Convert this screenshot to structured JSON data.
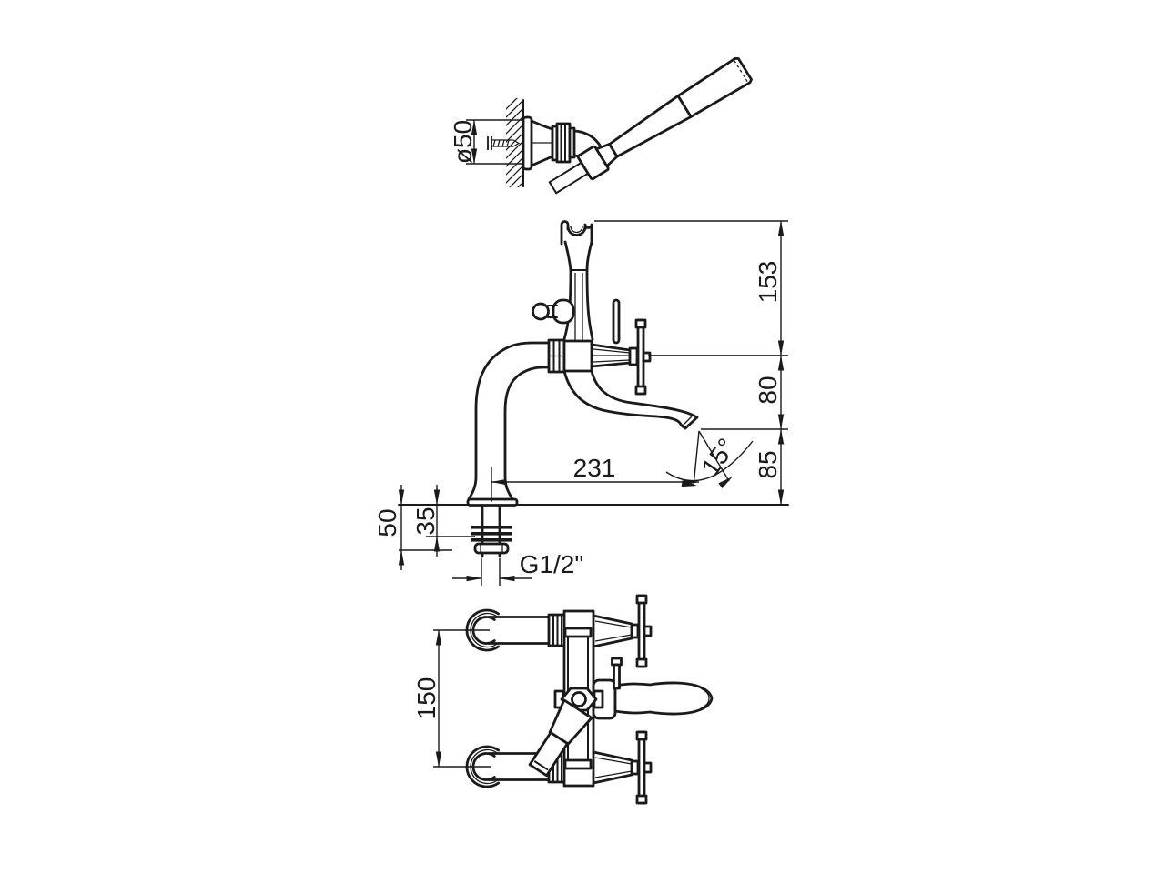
{
  "drawing": {
    "kind": "technical dimension drawing",
    "product": "bath-shower mixer faucet with hand shower",
    "views": {
      "hand_shower_detail": {
        "holder_diameter": "ø50"
      },
      "side_view": {
        "height_top_segment": "153",
        "height_mid_segment": "80",
        "height_bottom_segment": "85",
        "spout_reach": "231",
        "spout_angle": "15°",
        "under_deck_total": "50",
        "under_deck_upper": "35",
        "connection_thread": "G1/2\""
      },
      "front_view": {
        "connection_centers_distance": "150"
      }
    }
  },
  "colors": {
    "line": "#1a1a1a",
    "background": "#ffffff"
  }
}
